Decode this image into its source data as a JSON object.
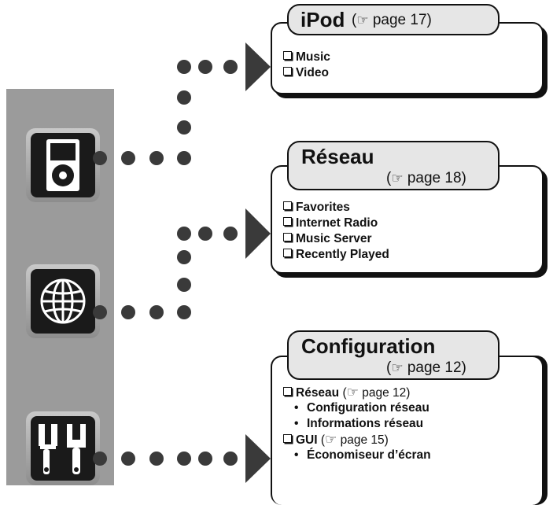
{
  "icons": [
    {
      "name": "ipod-icon"
    },
    {
      "name": "globe-icon"
    },
    {
      "name": "tools-icon"
    }
  ],
  "ipod_box": {
    "title": "iPod",
    "ref": "page 17",
    "items": [
      "Music",
      "Video"
    ]
  },
  "reseau_box": {
    "title": "Réseau",
    "ref": "page 18",
    "items": [
      "Favorites",
      "Internet Radio",
      "Music Server",
      "Recently Played"
    ]
  },
  "config_box": {
    "title": "Configuration",
    "ref": "page 12",
    "items": [
      {
        "label": "Réseau",
        "ref": "page 12"
      },
      {
        "sub": "Configuration réseau"
      },
      {
        "sub": "Informations réseau"
      },
      {
        "label": "GUI",
        "ref": "page 15"
      },
      {
        "sub": "Économiseur d’écran"
      }
    ]
  }
}
